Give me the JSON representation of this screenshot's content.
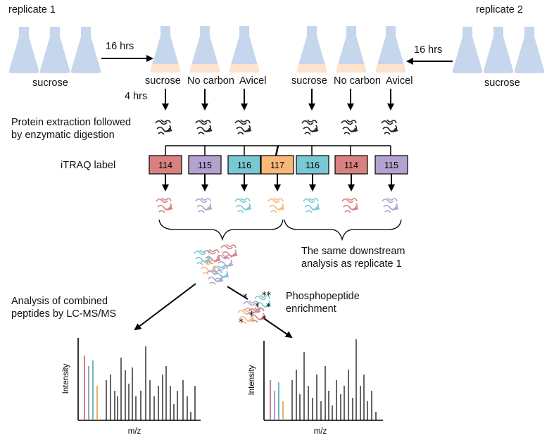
{
  "replicate1": {
    "title": "replicate 1",
    "flask_label": "sucrose"
  },
  "replicate2": {
    "title": "replicate 2",
    "flask_label": "sucrose"
  },
  "transfer_time": "16 hrs",
  "conditions": [
    "sucrose",
    "No carbon",
    "Avicel"
  ],
  "treatment_time": "4 hrs",
  "extraction": {
    "line1": "Protein extraction followed",
    "line2": "by enzymatic digestion"
  },
  "itraq": {
    "label": "iTRAQ label",
    "tags": [
      {
        "text": "114",
        "color": "#d98080"
      },
      {
        "text": "115",
        "color": "#b3a2cf"
      },
      {
        "text": "116",
        "color": "#79c8d3"
      },
      {
        "text": "117",
        "color": "#f8b878"
      },
      {
        "text": "116",
        "color": "#79c8d3"
      },
      {
        "text": "114",
        "color": "#d98080"
      },
      {
        "text": "115",
        "color": "#b3a2cf"
      }
    ]
  },
  "same_analysis": {
    "line1": "The same downstream",
    "line2": "analysis as replicate 1"
  },
  "combined": {
    "line1": "Analysis of combined",
    "line2": "peptides by LC-MS/MS"
  },
  "phospho": {
    "line1": "Phosphopeptide",
    "line2": "enrichment"
  },
  "spectra": {
    "y_label": "Intensity",
    "x_label": "m/z"
  },
  "colors": {
    "flask": "#c6d6ec",
    "medium": "#fde3cc"
  }
}
